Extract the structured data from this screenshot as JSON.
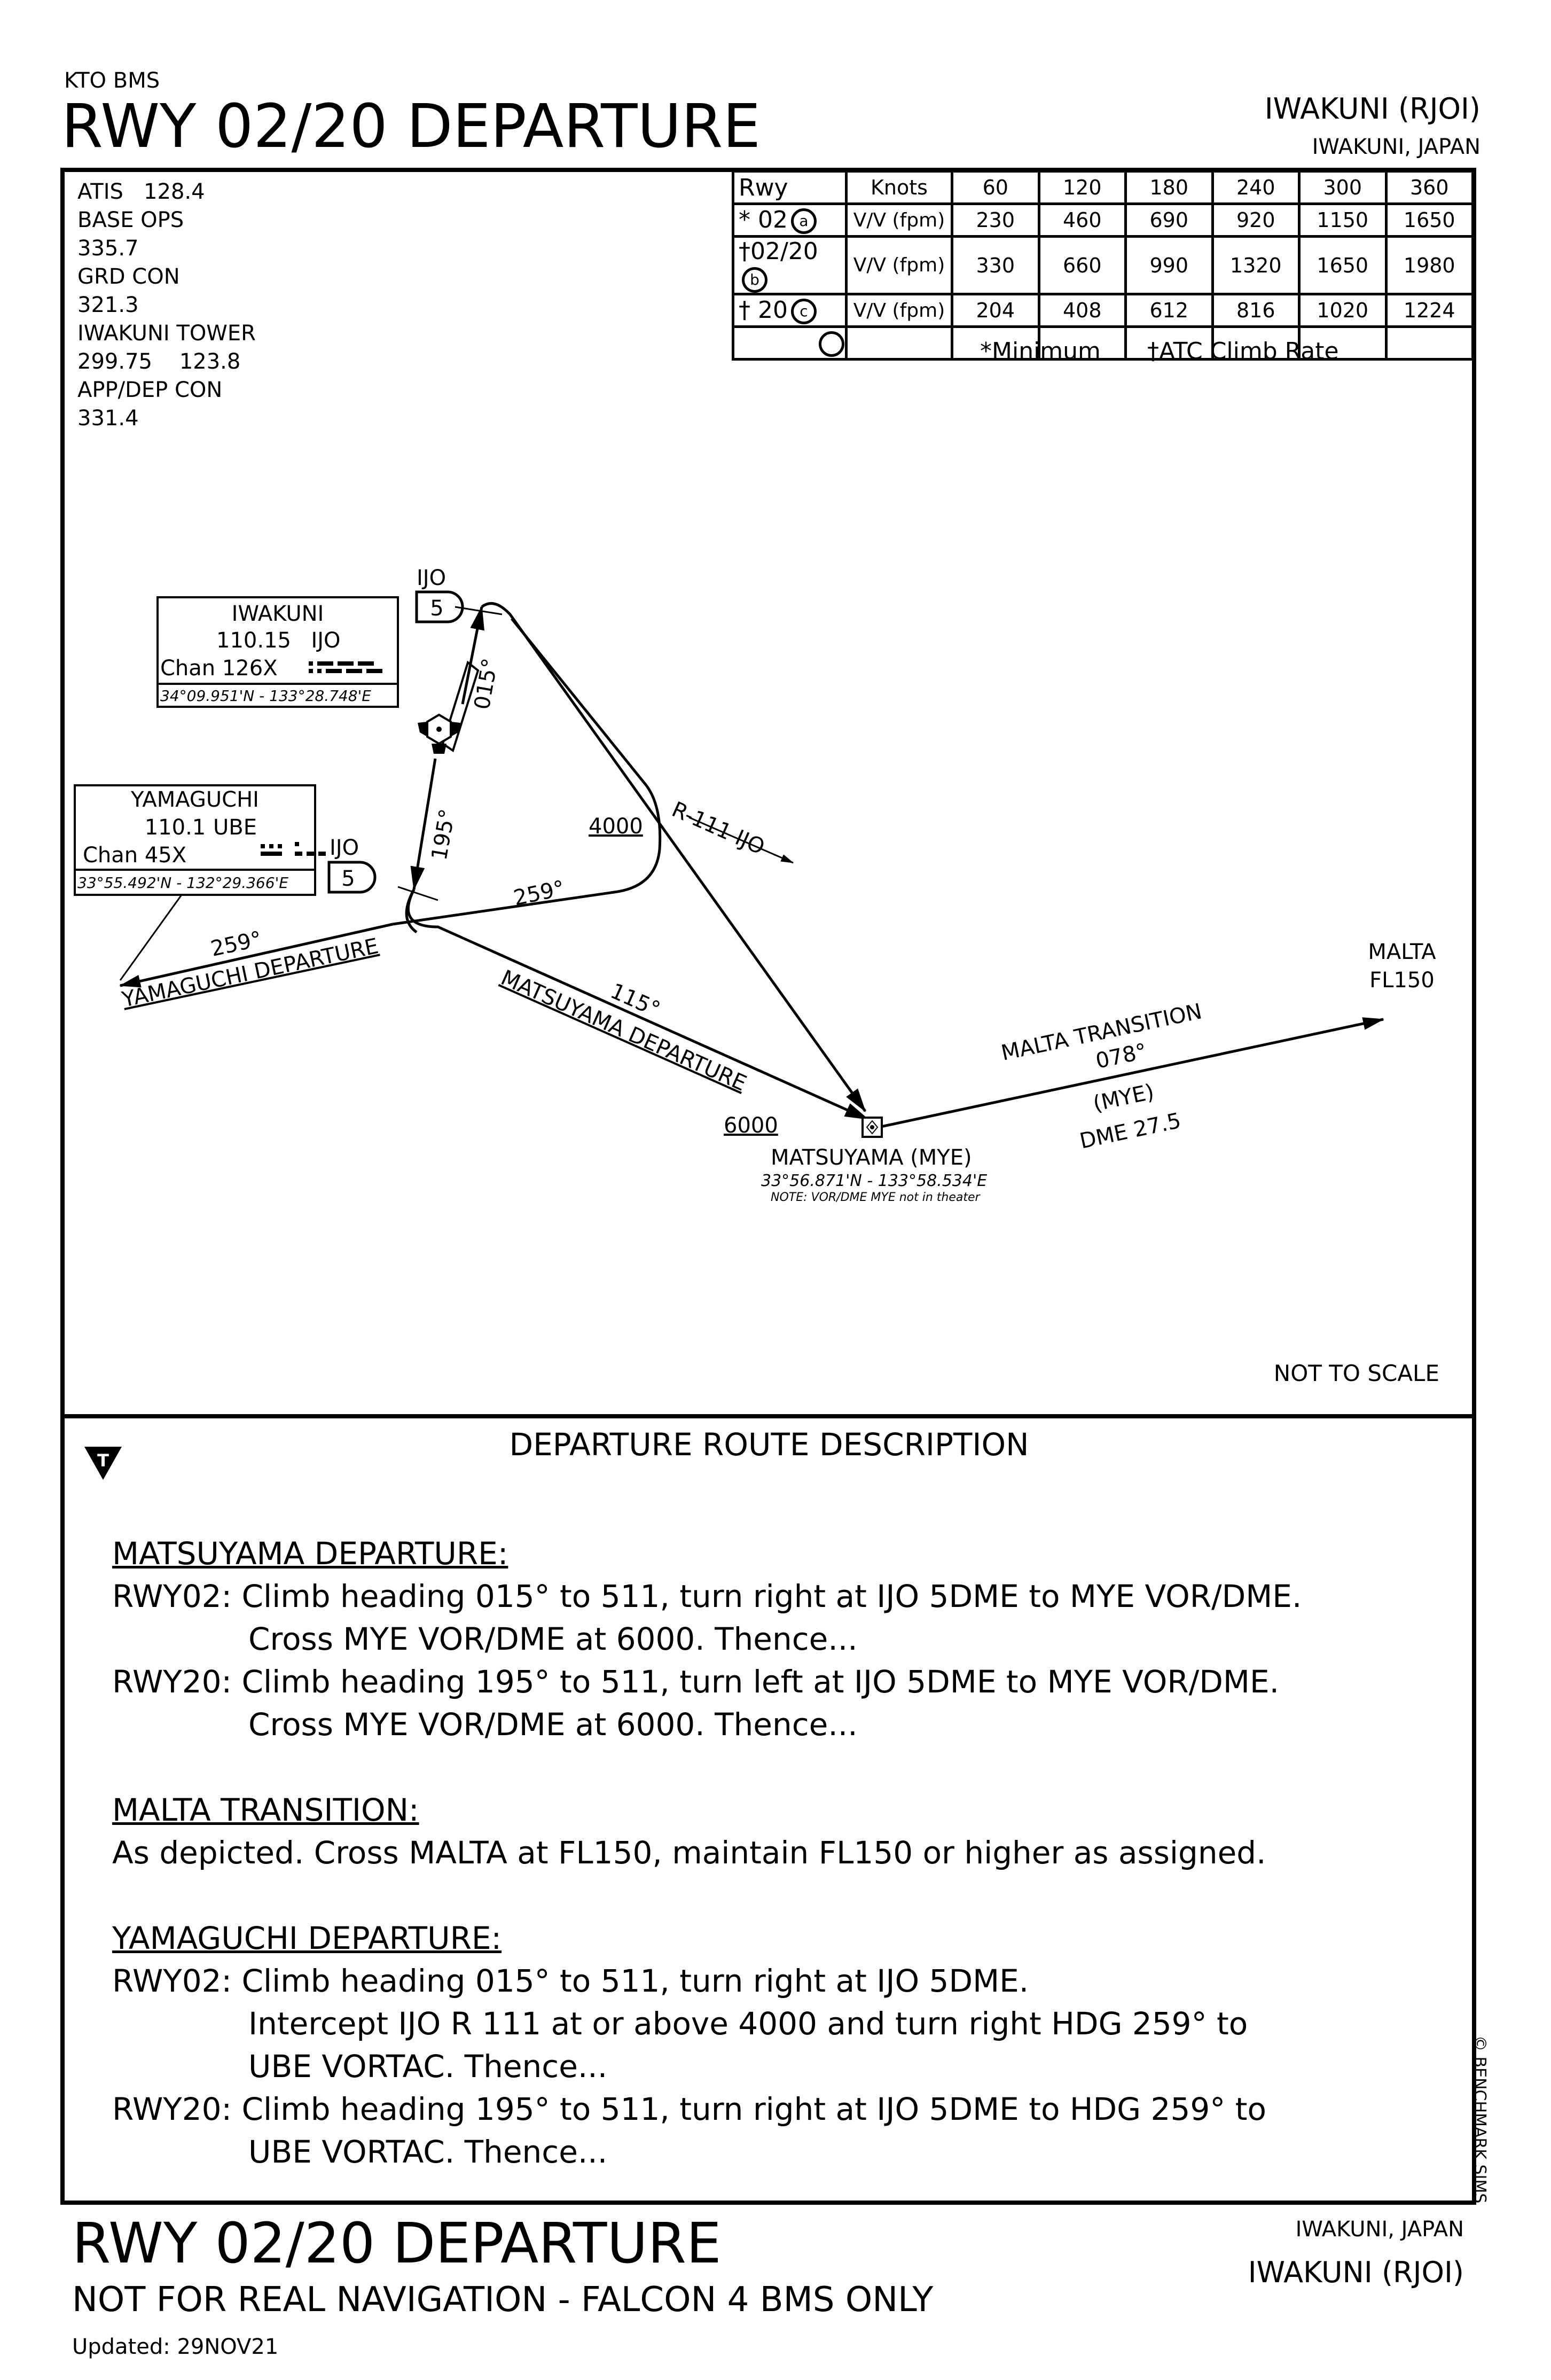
{
  "header": {
    "source": "KTO BMS",
    "title": "RWY 02/20 DEPARTURE",
    "airport": "IWAKUNI (RJOI)",
    "city": "IWAKUNI, JAPAN"
  },
  "frequencies": [
    {
      "label": "ATIS",
      "value": "128.4"
    },
    {
      "label": "BASE OPS",
      "value": ""
    },
    {
      "label": "335.7",
      "value": ""
    },
    {
      "label": "GRD CON",
      "value": ""
    },
    {
      "label": "321.3",
      "value": ""
    },
    {
      "label": "IWAKUNI TOWER",
      "value": ""
    },
    {
      "label": "299.75",
      "value": "123.8"
    },
    {
      "label": "APP/DEP CON",
      "value": ""
    },
    {
      "label": "331.4",
      "value": ""
    }
  ],
  "climb_table": {
    "headers": [
      "Rwy",
      "Knots",
      "60",
      "120",
      "180",
      "240",
      "300",
      "360"
    ],
    "rows": [
      {
        "rwy": "* 02",
        "code": "a",
        "unit": "V/V (fpm)",
        "values": [
          "230",
          "460",
          "690",
          "920",
          "1150",
          "1650"
        ]
      },
      {
        "rwy": "†02/20",
        "code": "b",
        "unit": "V/V (fpm)",
        "values": [
          "330",
          "660",
          "990",
          "1320",
          "1650",
          "1980"
        ]
      },
      {
        "rwy": "† 20",
        "code": "c",
        "unit": "V/V (fpm)",
        "values": [
          "204",
          "408",
          "612",
          "816",
          "1020",
          "1224"
        ]
      },
      {
        "rwy": "",
        "code": "",
        "unit": "",
        "values": [
          "",
          "",
          "",
          "",
          "",
          ""
        ]
      }
    ],
    "notes": {
      "minimum": "*Minimum",
      "atc": "†ATC Climb Rate"
    }
  },
  "navaids": {
    "iwakuni": {
      "name": "IWAKUNI",
      "freq": "110.15",
      "ident": "IJO",
      "chan": "Chan 126X",
      "coords": "34°09.951'N - 133°28.748'E"
    },
    "yamaguchi": {
      "name": "YAMAGUCHI",
      "freq": "110.1",
      "ident": "UBE",
      "chan": "Chan 45X",
      "coords": "33°55.492'N - 132°29.366'E"
    },
    "matsuyama": {
      "name": "MATSUYAMA (MYE)",
      "coords": "33°56.871'N - 133°58.534'E",
      "note": "NOTE: VOR/DME MYE not in theater"
    },
    "malta": {
      "name": "MALTA",
      "alt": "FL150"
    }
  },
  "fixes": {
    "ijo5_north": {
      "ident": "IJO",
      "dme": "5"
    },
    "ijo5_south": {
      "ident": "IJO",
      "dme": "5"
    }
  },
  "route_labels": {
    "hdg_015": "015°",
    "hdg_195": "195°",
    "alt_4000": "4000",
    "radial": "R-111 IJO",
    "hdg_259_upper": "259°",
    "hdg_259_lower": "259°",
    "yamaguchi_dep": "YAMAGUCHI DEPARTURE",
    "crs_115": "115°",
    "matsuyama_dep": "MATSUYAMA DEPARTURE",
    "alt_6000": "6000",
    "malta_trans": "MALTA TRANSITION",
    "crs_078": "078°",
    "mye": "(MYE)",
    "dme": "DME 27.5"
  },
  "not_to_scale": "NOT TO SCALE",
  "description": {
    "title": "DEPARTURE ROUTE DESCRIPTION",
    "takeoff_symbol": "T",
    "sections": [
      {
        "heading": "MATSUYAMA DEPARTURE:",
        "lines": [
          {
            "text": "RWY02: Climb heading 015° to 511, turn right at IJO 5DME to MYE VOR/DME.",
            "indent": false
          },
          {
            "text": "Cross MYE VOR/DME at 6000. Thence...",
            "indent": true
          },
          {
            "text": "RWY20: Climb heading 195° to 511, turn left at IJO 5DME to MYE VOR/DME.",
            "indent": false
          },
          {
            "text": "Cross MYE VOR/DME at 6000. Thence...",
            "indent": true
          }
        ]
      },
      {
        "heading": "MALTA TRANSITION:",
        "lines": [
          {
            "text": "As depicted. Cross MALTA at FL150, maintain FL150 or higher as assigned.",
            "indent": false
          }
        ]
      },
      {
        "heading": "YAMAGUCHI DEPARTURE:",
        "lines": [
          {
            "text": "RWY02: Climb heading 015° to 511, turn right at IJO 5DME.",
            "indent": false
          },
          {
            "text": "Intercept IJO R 111 at or above 4000 and turn right HDG 259° to",
            "indent": true
          },
          {
            "text": "UBE VORTAC. Thence...",
            "indent": true
          },
          {
            "text": "RWY20: Climb heading 195° to 511, turn right at IJO 5DME to HDG 259° to",
            "indent": false
          },
          {
            "text": "UBE VORTAC. Thence...",
            "indent": true
          }
        ]
      }
    ]
  },
  "copyright": "© BENCHMARK SIMS",
  "footer": {
    "title": "RWY 02/20 DEPARTURE",
    "disclaimer": "NOT FOR REAL NAVIGATION - FALCON 4 BMS ONLY",
    "updated": "Updated: 29NOV21",
    "city": "IWAKUNI, JAPAN",
    "airport": "IWAKUNI (RJOI)"
  }
}
